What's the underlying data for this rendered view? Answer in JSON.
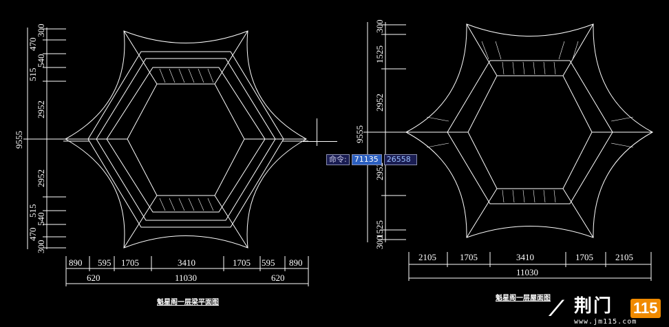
{
  "left_plan": {
    "title": "魁星阁一层梁平面图",
    "vertical_dims_outer": [
      "300",
      "470",
      "515",
      "540",
      "2952",
      "2952",
      "515",
      "540",
      "470",
      "300"
    ],
    "vertical_total": "9555",
    "horizontal_dims_top": [
      "890",
      "595",
      "1705",
      "3410",
      "1705",
      "595",
      "890"
    ],
    "horizontal_dims_mid": [
      "620",
      "11030",
      "620"
    ]
  },
  "right_plan": {
    "title": "魁星阁一层屋面图",
    "vertical_dims": [
      "300",
      "1525",
      "2952",
      "2952",
      "1525",
      "300"
    ],
    "vertical_total": "9555",
    "horizontal_dims_top": [
      "2105",
      "1705",
      "3410",
      "1705",
      "2105"
    ],
    "horizontal_total": "11030"
  },
  "command_tooltip": {
    "label": "命令:",
    "x_value": "71135",
    "y_value": "26558"
  },
  "watermark": {
    "brand": "荆门",
    "number": "115",
    "url": "www.jm115.com"
  },
  "colors": {
    "background": "#000000",
    "lines": "#ffffff",
    "tooltip_highlight": "#2b5fc0"
  }
}
